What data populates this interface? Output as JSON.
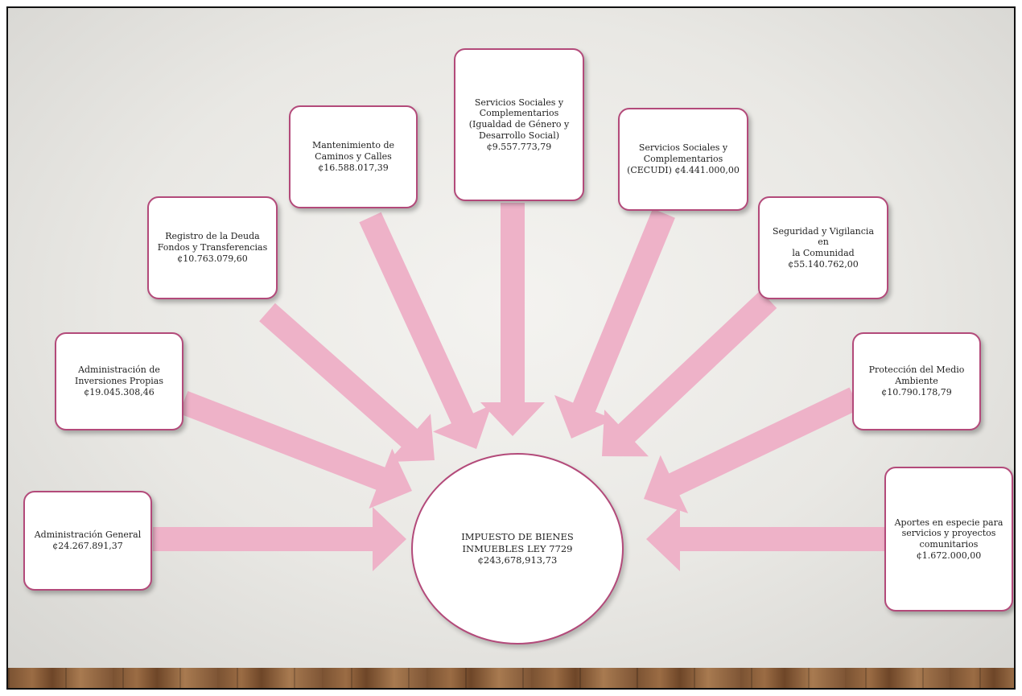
{
  "center": {
    "line1": "IMPUESTO DE BIENES",
    "line2": "INMUEBLES LEY 7729",
    "amount": "¢243,678,913,73"
  },
  "nodes": [
    {
      "id": "administracion-general",
      "lines": [
        "Administración General",
        "¢24.267.891,37"
      ]
    },
    {
      "id": "administracion-inversiones",
      "lines": [
        "Administración de",
        "Inversiones Propias",
        "¢19.045.308,46"
      ]
    },
    {
      "id": "registro-deuda",
      "lines": [
        "Registro de la Deuda",
        "Fondos y Transferencias",
        "¢10.763.079,60"
      ]
    },
    {
      "id": "mantenimiento-caminos",
      "lines": [
        "Mantenimiento de",
        "Caminos y Calles",
        "¢16.588.017,39"
      ]
    },
    {
      "id": "servicios-sociales-genero",
      "lines": [
        "Servicios Sociales y",
        "Complementarios",
        "(Igualdad de Género y",
        "Desarrollo Social)",
        "¢9.557.773,79"
      ]
    },
    {
      "id": "servicios-sociales-cecudi",
      "lines": [
        "Servicios Sociales y",
        "Complementarios",
        "(CECUDI) ¢4.441.000,00"
      ]
    },
    {
      "id": "seguridad-vigilancia",
      "lines": [
        "Seguridad y Vigilancia en",
        "la Comunidad",
        "¢55.140.762,00"
      ]
    },
    {
      "id": "proteccion-medio-ambiente",
      "lines": [
        "Protección del Medio",
        "Ambiente",
        "¢10.790.178,79"
      ]
    },
    {
      "id": "aportes-especie",
      "lines": [
        "Aportes en especie para",
        "servicios y proyectos",
        "comunitarios",
        "¢1.672.000,00"
      ]
    }
  ],
  "colors": {
    "arrow": "#eeb2c8",
    "box_border": "#b34a7a"
  }
}
